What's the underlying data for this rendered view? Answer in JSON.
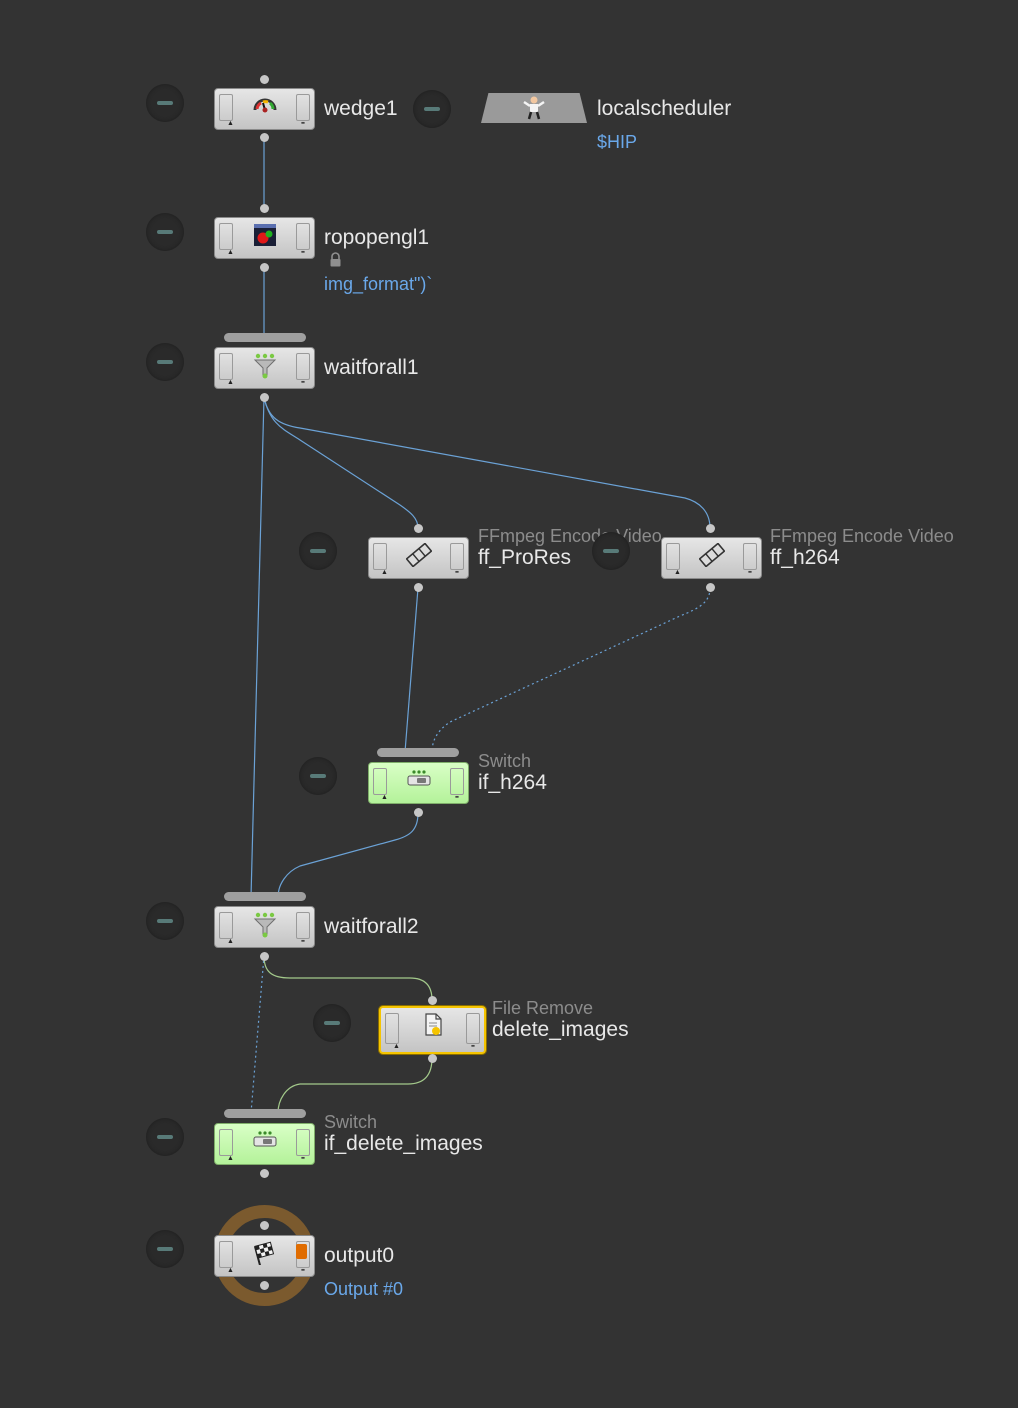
{
  "colors": {
    "background": "#333333",
    "wire": "#6ba2d6",
    "wire_inactive": "#a3c98b",
    "selected_outline": "#f5c400",
    "switch_node": "#b9f5a0",
    "output_ring": "#7b5a2e"
  },
  "nodes": {
    "wedge1": {
      "name": "wedge1",
      "icon": "wedge-gauge-icon"
    },
    "localscheduler": {
      "name": "localscheduler",
      "detail": "$HIP",
      "icon": "scheduler-figure-icon"
    },
    "ropopengl1": {
      "name": "ropopengl1",
      "detail": "img_format\")`",
      "icon": "opengl-render-icon",
      "locked_icon": "lock-icon"
    },
    "waitforall1": {
      "name": "waitforall1",
      "icon": "funnel-icon"
    },
    "ff_prores": {
      "type": "FFmpeg Encode Video",
      "name": "ff_ProRes",
      "icon": "film-strip-icon"
    },
    "ff_h264": {
      "type": "FFmpeg Encode Video",
      "name": "ff_h264",
      "icon": "film-strip-icon"
    },
    "if_h264": {
      "type": "Switch",
      "name": "if_h264",
      "icon": "switch-icon"
    },
    "waitforall2": {
      "name": "waitforall2",
      "icon": "funnel-icon"
    },
    "delete_images": {
      "type": "File Remove",
      "name": "delete_images",
      "icon": "file-remove-icon"
    },
    "if_delete_images": {
      "type": "Switch",
      "name": "if_delete_images",
      "icon": "switch-icon"
    },
    "output0": {
      "name": "output0",
      "detail": "Output #0",
      "icon": "checkered-flag-icon"
    }
  }
}
